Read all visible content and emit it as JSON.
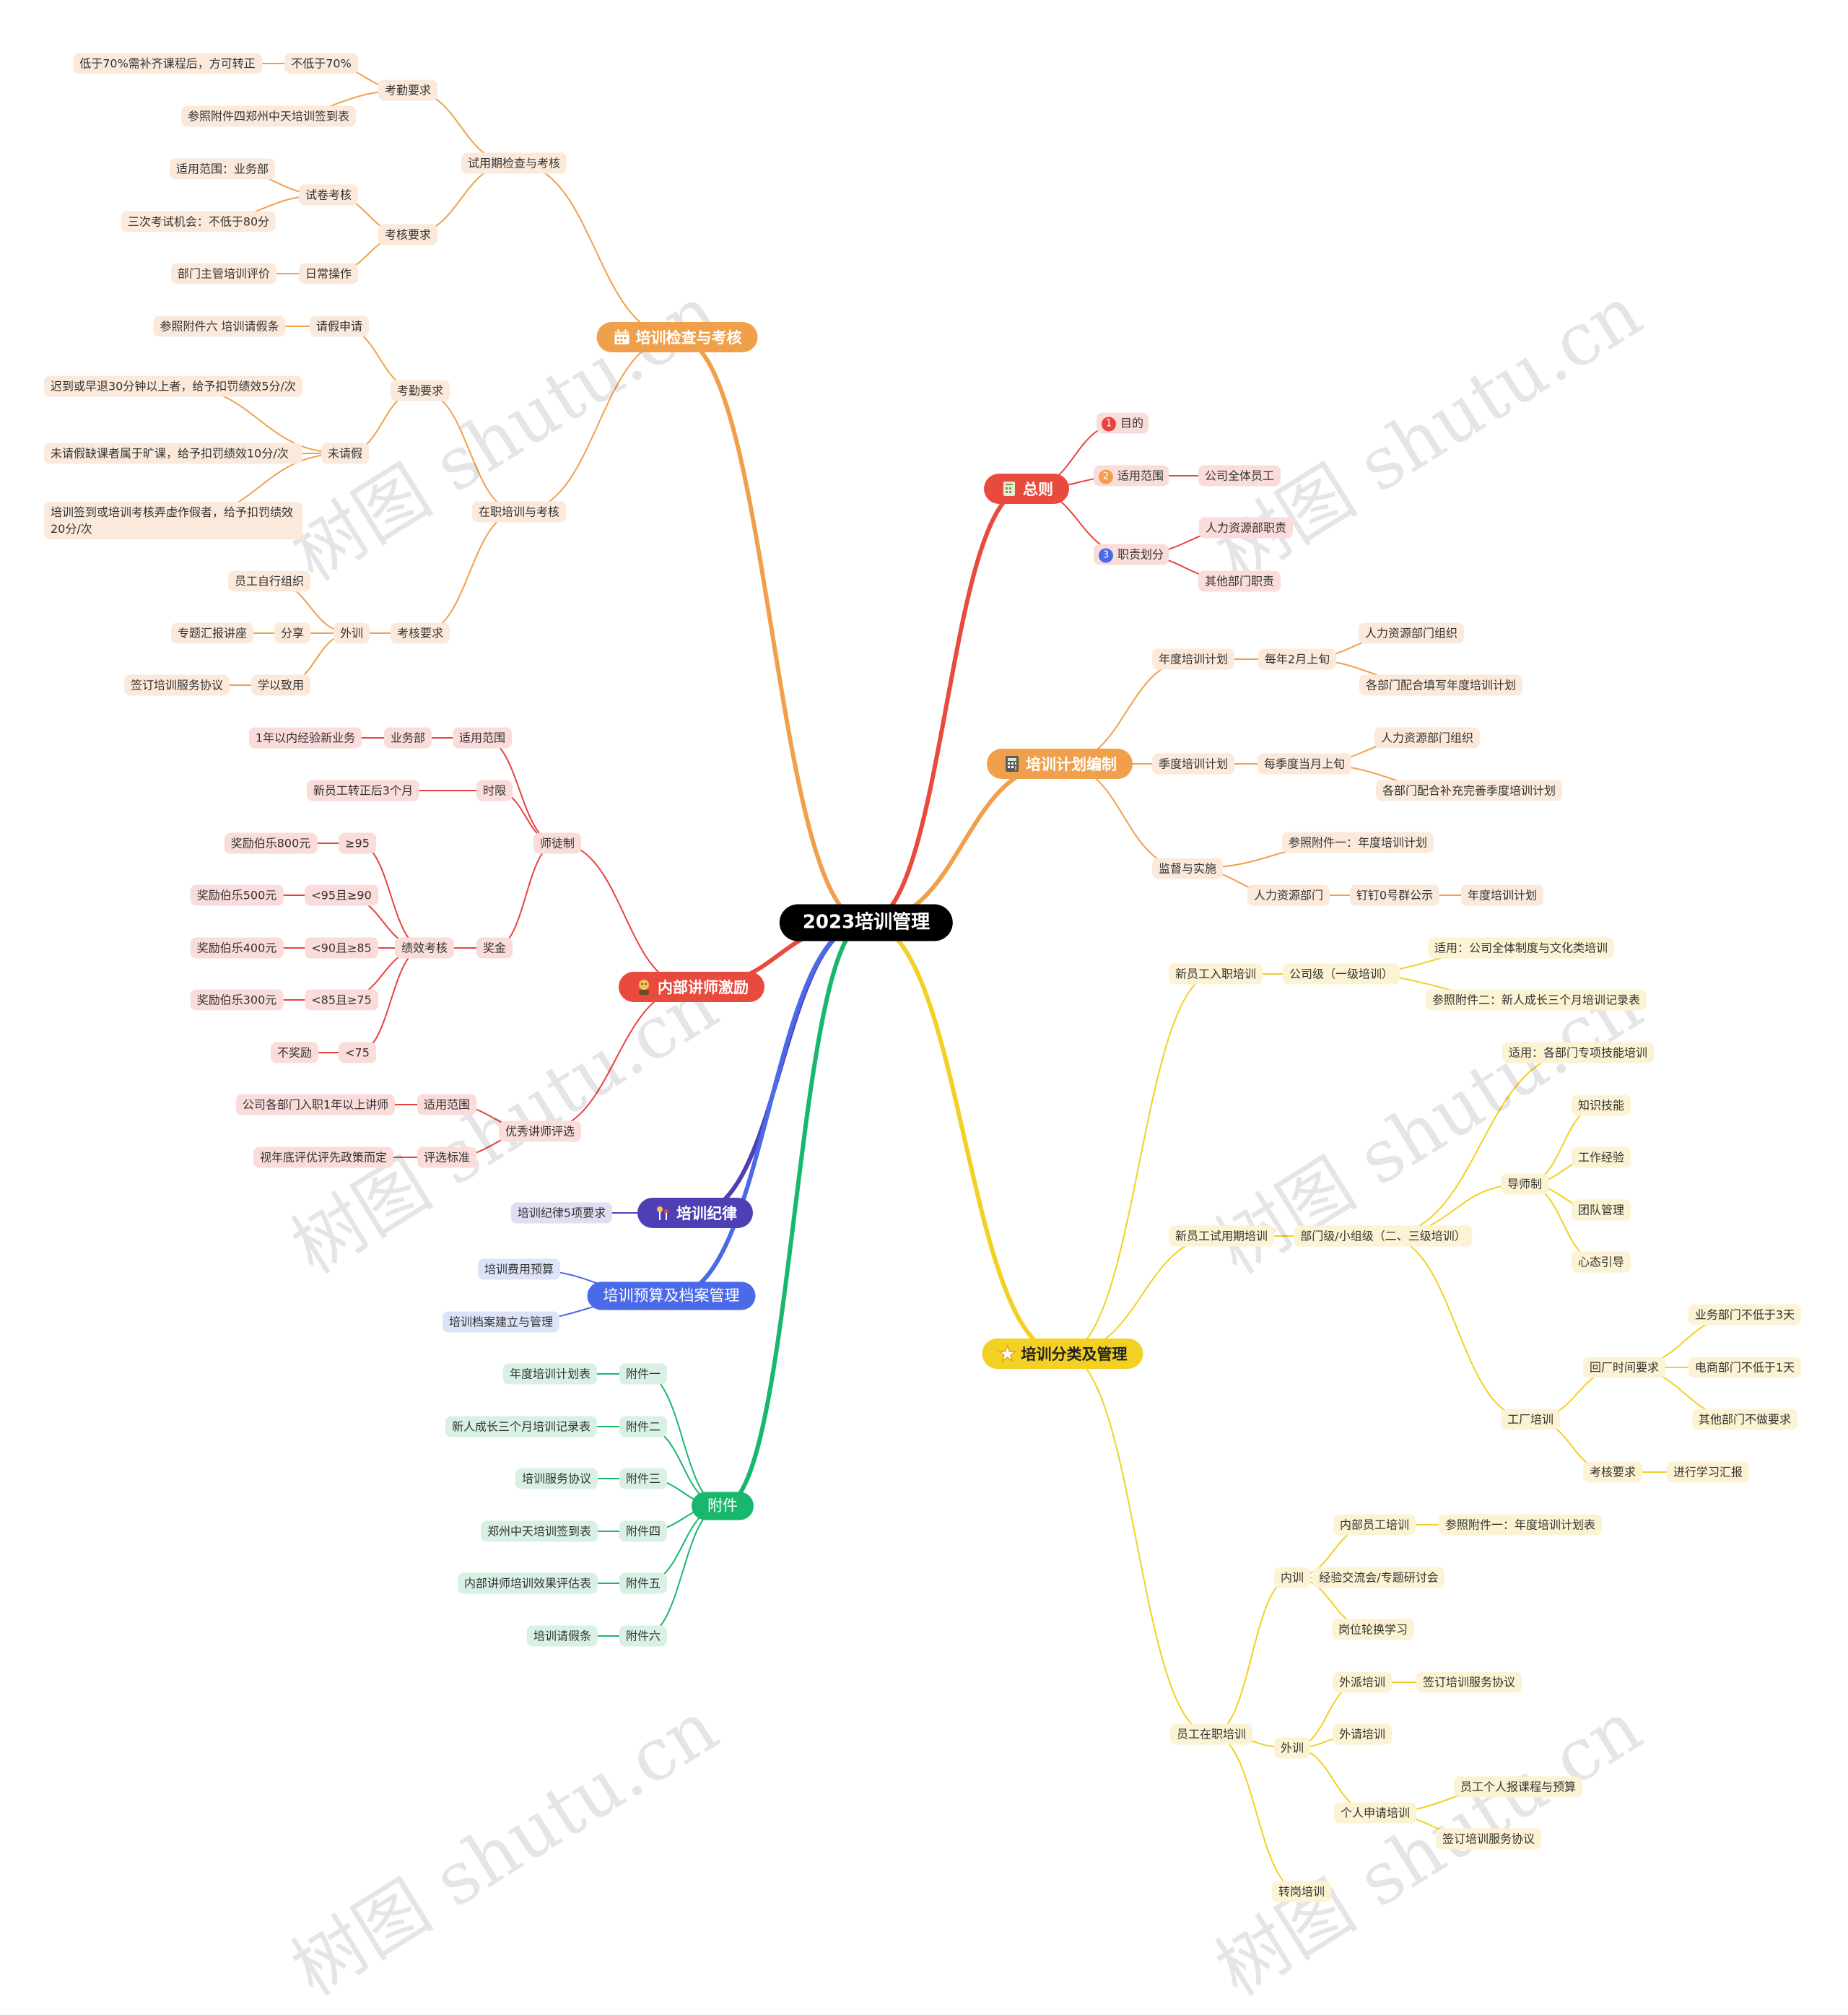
{
  "watermark": "树图 shutu.cn",
  "colors": {
    "orange": "#f0a04b",
    "red": "#e8423e",
    "red_main": "#e84a3e",
    "indigo": "#4e3fb4",
    "blue": "#4b6ae8",
    "green": "#18b86c",
    "yellow": "#f2d024",
    "orange_bg": "#fbeadb",
    "red_bg": "#fadcdb",
    "indigo_bg": "#e0def1",
    "blue_bg": "#dee4f8",
    "green_bg": "#d8f1e4",
    "yellow_bg": "#fbf3d3"
  },
  "root": {
    "label": "2023培训管理"
  },
  "nodes": [
    {
      "id": "n_jc",
      "label": "培训检查与考核",
      "kind": "main",
      "color": "orange",
      "icon": "calendar-icon"
    },
    {
      "id": "n_syq",
      "label": "试用期检查与考核",
      "color": "orange"
    },
    {
      "id": "n_kq1",
      "label": "考勤要求",
      "color": "orange"
    },
    {
      "id": "n_bd70",
      "label": "不低于70%",
      "color": "orange"
    },
    {
      "id": "n_dy70",
      "label": "低于70%需补齐课程后，方可转正",
      "color": "orange"
    },
    {
      "id": "n_qd",
      "label": "参照附件四郑州中天培训签到表",
      "color": "orange"
    },
    {
      "id": "n_kh1",
      "label": "考核要求",
      "color": "orange"
    },
    {
      "id": "n_sj",
      "label": "试卷考核",
      "color": "orange"
    },
    {
      "id": "n_syfw",
      "label": "适用范围：业务部",
      "color": "orange"
    },
    {
      "id": "n_sckh",
      "label": "三次考试机会：不低于80分",
      "color": "orange"
    },
    {
      "id": "n_rc",
      "label": "日常操作",
      "color": "orange"
    },
    {
      "id": "n_bmzg",
      "label": "部门主管培训评价",
      "color": "orange"
    },
    {
      "id": "n_zz",
      "label": "在职培训与考核",
      "color": "orange"
    },
    {
      "id": "n_kq2",
      "label": "考勤要求",
      "color": "orange"
    },
    {
      "id": "n_qjsq",
      "label": "请假申请",
      "color": "orange"
    },
    {
      "id": "n_fj6",
      "label": "参照附件六 培训请假条",
      "color": "orange"
    },
    {
      "id": "n_wqj",
      "label": "未请假",
      "color": "orange"
    },
    {
      "id": "n_cd",
      "label": "迟到或早退30分钟以上者，给予扣罚绩效5分/次",
      "color": "orange",
      "wrap": true
    },
    {
      "id": "n_kk",
      "label": "未请假缺课者属于旷课，给予扣罚绩效10分/次",
      "color": "orange",
      "wrap": true
    },
    {
      "id": "n_nj",
      "label": "培训签到或培训考核弄虚作假者，给予扣罚绩效20分/次",
      "color": "orange",
      "wrap": true
    },
    {
      "id": "n_kh2",
      "label": "考核要求",
      "color": "orange"
    },
    {
      "id": "n_wx",
      "label": "外训",
      "color": "orange"
    },
    {
      "id": "n_ygzx",
      "label": "员工自行组织",
      "color": "orange"
    },
    {
      "id": "n_fx",
      "label": "分享",
      "color": "orange"
    },
    {
      "id": "n_zthb",
      "label": "专题汇报讲座",
      "color": "orange"
    },
    {
      "id": "n_xyzy",
      "label": "学以致用",
      "color": "orange"
    },
    {
      "id": "n_qdxy",
      "label": "签订培训服务协议",
      "color": "orange"
    },
    {
      "id": "n_nb",
      "label": "内部讲师激励",
      "kind": "main",
      "color": "red_main",
      "icon": "teacher-icon"
    },
    {
      "id": "n_std",
      "label": "师徒制",
      "color": "red"
    },
    {
      "id": "n_syfw2",
      "label": "适用范围",
      "color": "red"
    },
    {
      "id": "n_ywb",
      "label": "业务部",
      "color": "red"
    },
    {
      "id": "n_1nyn",
      "label": "1年以内经验新业务",
      "color": "red"
    },
    {
      "id": "n_sx",
      "label": "时限",
      "color": "red"
    },
    {
      "id": "n_xyg",
      "label": "新员工转正后3个月",
      "color": "red"
    },
    {
      "id": "n_jj",
      "label": "奖金",
      "color": "red"
    },
    {
      "id": "n_jxkh",
      "label": "绩效考核",
      "color": "red"
    },
    {
      "id": "n_g95",
      "label": "≥95",
      "color": "red"
    },
    {
      "id": "n_j800",
      "label": "奖励伯乐800元",
      "color": "red"
    },
    {
      "id": "n_g90",
      "label": "<95且≥90",
      "color": "red"
    },
    {
      "id": "n_j500",
      "label": "奖励伯乐500元",
      "color": "red"
    },
    {
      "id": "n_g85",
      "label": "<90且≥85",
      "color": "red"
    },
    {
      "id": "n_j400",
      "label": "奖励伯乐400元",
      "color": "red"
    },
    {
      "id": "n_g75",
      "label": "<85且≥75",
      "color": "red"
    },
    {
      "id": "n_j300",
      "label": "奖励伯乐300元",
      "color": "red"
    },
    {
      "id": "n_l75",
      "label": "<75",
      "color": "red"
    },
    {
      "id": "n_bjl",
      "label": "不奖励",
      "color": "red"
    },
    {
      "id": "n_yxjs",
      "label": "优秀讲师评选",
      "color": "red"
    },
    {
      "id": "n_syfw3",
      "label": "适用范围",
      "color": "red"
    },
    {
      "id": "n_gbm",
      "label": "公司各部门入职1年以上讲师",
      "color": "red"
    },
    {
      "id": "n_pxbz",
      "label": "评选标准",
      "color": "red"
    },
    {
      "id": "n_snd",
      "label": "视年底评优评先政策而定",
      "color": "red"
    },
    {
      "id": "n_jl",
      "label": "培训纪律",
      "kind": "main",
      "color": "indigo",
      "icon": "pin-icon"
    },
    {
      "id": "n_jl5",
      "label": "培训纪律5项要求",
      "color": "indigo"
    },
    {
      "id": "n_ys",
      "label": "培训预算及档案管理",
      "kind": "main",
      "color": "blue",
      "plain": true
    },
    {
      "id": "n_fyys",
      "label": "培训费用预算",
      "color": "blue"
    },
    {
      "id": "n_dajl",
      "label": "培训档案建立与管理",
      "color": "blue"
    },
    {
      "id": "n_fj",
      "label": "附件",
      "kind": "main",
      "color": "green",
      "plain": true
    },
    {
      "id": "n_fj1",
      "label": "附件一",
      "color": "green"
    },
    {
      "id": "n_fj1t",
      "label": "年度培训计划表",
      "color": "green"
    },
    {
      "id": "n_fj2",
      "label": "附件二",
      "color": "green"
    },
    {
      "id": "n_fj2t",
      "label": "新人成长三个月培训记录表",
      "color": "green"
    },
    {
      "id": "n_fj3",
      "label": "附件三",
      "color": "green"
    },
    {
      "id": "n_fj3t",
      "label": "培训服务协议",
      "color": "green"
    },
    {
      "id": "n_fj4",
      "label": "附件四",
      "color": "green"
    },
    {
      "id": "n_fj4t",
      "label": "郑州中天培训签到表",
      "color": "green"
    },
    {
      "id": "n_fj5",
      "label": "附件五",
      "color": "green"
    },
    {
      "id": "n_fj5t",
      "label": "内部讲师培训效果评估表",
      "color": "green"
    },
    {
      "id": "n_fj6b",
      "label": "附件六",
      "color": "green"
    },
    {
      "id": "n_fj6t",
      "label": "培训请假条",
      "color": "green"
    },
    {
      "id": "n_zz2",
      "label": "总则",
      "kind": "main",
      "color": "red_main",
      "icon": "book-icon"
    },
    {
      "id": "n_md",
      "label": "目的",
      "color": "red",
      "num": "1",
      "numcolor": "#e8423e"
    },
    {
      "id": "n_syfw4",
      "label": "适用范围",
      "color": "red",
      "num": "2",
      "numcolor": "#f0a04b"
    },
    {
      "id": "n_gsqt",
      "label": "公司全体员工",
      "color": "red"
    },
    {
      "id": "n_zzhf",
      "label": "职责划分",
      "color": "red",
      "num": "3",
      "numcolor": "#4b6ae8"
    },
    {
      "id": "n_rlzy",
      "label": "人力资源部职责",
      "color": "red"
    },
    {
      "id": "n_qtbm",
      "label": "其他部门职责",
      "color": "red"
    },
    {
      "id": "n_jhbz",
      "label": "培训计划编制",
      "kind": "main",
      "color": "orange",
      "icon": "calc-icon"
    },
    {
      "id": "n_ndjh",
      "label": "年度培训计划",
      "color": "orange"
    },
    {
      "id": "n_m2",
      "label": "每年2月上旬",
      "color": "orange"
    },
    {
      "id": "n_rlzz1",
      "label": "人力资源部门组织",
      "color": "orange"
    },
    {
      "id": "n_gbmph",
      "label": "各部门配合填写年度培训计划",
      "color": "orange"
    },
    {
      "id": "n_jdjh",
      "label": "季度培训计划",
      "color": "orange"
    },
    {
      "id": "n_mjd",
      "label": "每季度当月上旬",
      "color": "orange"
    },
    {
      "id": "n_rlzz2",
      "label": "人力资源部门组织",
      "color": "orange"
    },
    {
      "id": "n_gbmbc",
      "label": "各部门配合补充完善季度培训计划",
      "color": "orange"
    },
    {
      "id": "n_jdss",
      "label": "监督与实施",
      "color": "orange"
    },
    {
      "id": "n_fjy",
      "label": "参照附件一：年度培训计划",
      "color": "orange"
    },
    {
      "id": "n_rlbm",
      "label": "人力资源部门",
      "color": "orange"
    },
    {
      "id": "n_dd",
      "label": "钉钉0号群公示",
      "color": "orange"
    },
    {
      "id": "n_ndjh2",
      "label": "年度培训计划",
      "color": "orange"
    },
    {
      "id": "n_fl",
      "label": "培训分类及管理",
      "kind": "main",
      "color": "yellow",
      "icon": "star-icon",
      "dark": true
    },
    {
      "id": "n_xrz",
      "label": "新员工入职培训",
      "color": "yellow"
    },
    {
      "id": "n_gsj",
      "label": "公司级（一级培训）",
      "color": "yellow"
    },
    {
      "id": "n_gszd",
      "label": "适用：公司全体制度与文化类培训",
      "color": "yellow"
    },
    {
      "id": "n_fje",
      "label": "参照附件二：新人成长三个月培训记录表",
      "color": "yellow"
    },
    {
      "id": "n_xsyq",
      "label": "新员工试用期培训",
      "color": "yellow"
    },
    {
      "id": "n_bmj",
      "label": "部门级/小组级（二、三级培训）",
      "color": "yellow"
    },
    {
      "id": "n_gbmzx",
      "label": "适用：各部门专项技能培训",
      "color": "yellow"
    },
    {
      "id": "n_dsz",
      "label": "导师制",
      "color": "yellow"
    },
    {
      "id": "n_zsjn",
      "label": "知识技能",
      "color": "yellow"
    },
    {
      "id": "n_gzjy",
      "label": "工作经验",
      "color": "yellow"
    },
    {
      "id": "n_tdgl",
      "label": "团队管理",
      "color": "yellow"
    },
    {
      "id": "n_xtyd",
      "label": "心态引导",
      "color": "yellow"
    },
    {
      "id": "n_gcpx",
      "label": "工厂培训",
      "color": "yellow"
    },
    {
      "id": "n_hcsj",
      "label": "回厂时间要求",
      "color": "yellow"
    },
    {
      "id": "n_ywb3",
      "label": "业务部门不低于3天",
      "color": "yellow"
    },
    {
      "id": "n_dsb1",
      "label": "电商部门不低于1天",
      "color": "yellow"
    },
    {
      "id": "n_qtbm2",
      "label": "其他部门不做要求",
      "color": "yellow"
    },
    {
      "id": "n_khyq3",
      "label": "考核要求",
      "color": "yellow"
    },
    {
      "id": "n_jxxx",
      "label": "进行学习汇报",
      "color": "yellow"
    },
    {
      "id": "n_ygzz",
      "label": "员工在职培训",
      "color": "yellow"
    },
    {
      "id": "n_nx",
      "label": "内训",
      "color": "yellow"
    },
    {
      "id": "n_nbyg",
      "label": "内部员工培训",
      "color": "yellow"
    },
    {
      "id": "n_fjy2",
      "label": "参照附件一：年度培训计划表",
      "color": "yellow"
    },
    {
      "id": "n_jyjl",
      "label": "经验交流会/专题研讨会",
      "color": "yellow"
    },
    {
      "id": "n_gwlh",
      "label": "岗位轮换学习",
      "color": "yellow"
    },
    {
      "id": "n_wx2",
      "label": "外训",
      "color": "yellow"
    },
    {
      "id": "n_wpx",
      "label": "外派培训",
      "color": "yellow"
    },
    {
      "id": "n_qdxy2",
      "label": "签订培训服务协议",
      "color": "yellow"
    },
    {
      "id": "n_wqpx",
      "label": "外请培训",
      "color": "yellow"
    },
    {
      "id": "n_grsq",
      "label": "个人申请培训",
      "color": "yellow"
    },
    {
      "id": "n_grsb",
      "label": "员工个人报课程与预算",
      "color": "yellow"
    },
    {
      "id": "n_qdxy3",
      "label": "签订培训服务协议",
      "color": "yellow"
    },
    {
      "id": "n_zgpx",
      "label": "转岗培训",
      "color": "yellow"
    }
  ]
}
